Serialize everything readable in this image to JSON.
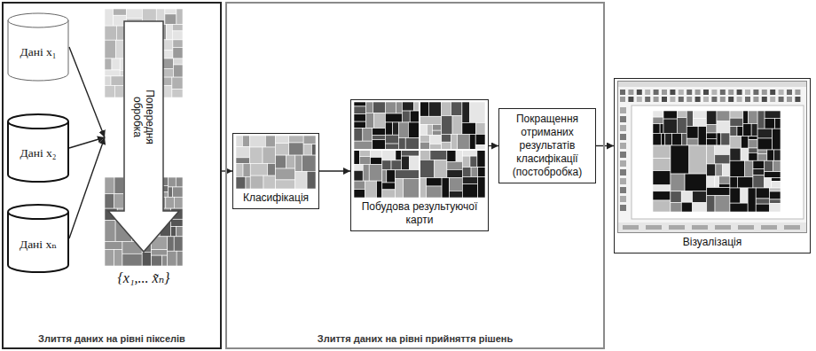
{
  "diagram": {
    "nodes": [
      {
        "text": [
          "Злиття даних на рівні пікселів"
        ]
      },
      {
        "text": [
          "Дані x₁"
        ],
        "in": 0
      },
      {
        "text": [
          "Дані x₂"
        ],
        "in": 0
      },
      {
        "text": [
          "Дані xₙ"
        ],
        "in": 0
      },
      {
        "text": [
          "Попередня обробка"
        ],
        "in": 0
      },
      {
        "text": [
          "Злиття даних на рівні прийняття рішень"
        ]
      },
      {
        "text": [
          "Класифікація"
        ],
        "in": 5
      },
      {
        "text": [
          "Побудова результуючої карти"
        ],
        "in": 5
      },
      {
        "text": [
          "Покращення отриманих результатів класифікації (постобробка)"
        ],
        "in": 5
      },
      {
        "text": [
          "Візуалізація"
        ]
      }
    ],
    "edges": [
      {
        "from": 1,
        "to": 4,
        "arrow": "to"
      },
      {
        "from": 2,
        "to": 4,
        "arrow": "to"
      },
      {
        "from": 3,
        "to": 4,
        "arrow": "to"
      },
      {
        "from": 0,
        "to": 6,
        "arrow": "to"
      },
      {
        "from": 6,
        "to": 7,
        "arrow": "to"
      },
      {
        "from": 7,
        "to": 8,
        "arrow": "to"
      },
      {
        "from": 8,
        "to": 9,
        "arrow": "to"
      }
    ],
    "labels": [
      "{x₁,... x̃ₙ}"
    ]
  }
}
